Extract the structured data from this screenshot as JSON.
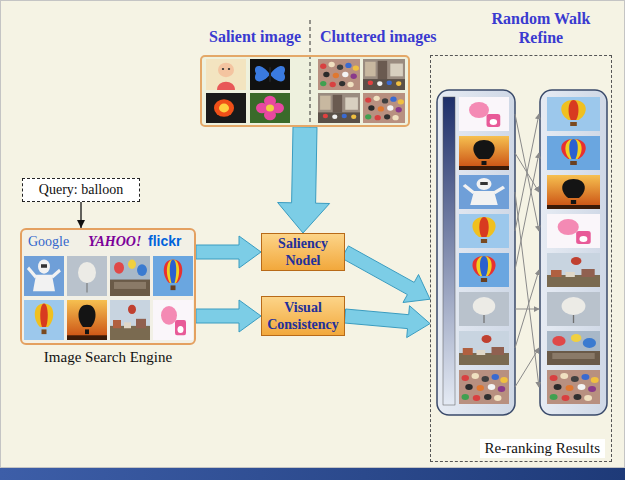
{
  "diagram": {
    "nodes": [
      {
        "text": [
          "Salient image",
          "Cluttered images"
        ]
      },
      {
        "text": [
          "Random Walk Refine",
          "Re-ranking Results"
        ]
      },
      {
        "text": [
          "Query: balloon"
        ]
      },
      {
        "text": [
          "Image Search Engine"
        ]
      },
      {
        "text": [
          "Saliency Nodel"
        ]
      },
      {
        "text": [
          "Visual Consistency"
        ]
      }
    ],
    "edges": [
      {
        "from": 2,
        "to": 3,
        "arrow": "to"
      },
      {
        "from": 0,
        "to": 4,
        "arrow": "to"
      },
      {
        "from": 3,
        "to": 4,
        "arrow": "to"
      },
      {
        "from": 3,
        "to": 5,
        "arrow": "to"
      },
      {
        "from": 4,
        "to": 1,
        "arrow": "to"
      },
      {
        "from": 5,
        "to": 1,
        "arrow": "to"
      }
    ],
    "labels": [
      "Google",
      "YAHOO!",
      "flickr"
    ]
  }
}
